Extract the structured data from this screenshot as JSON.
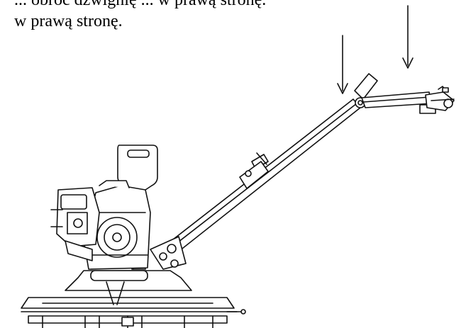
{
  "document": {
    "text_lines": [
      "... obróć dźwignię ... w prawą stronę.",
      "w prawą stronę."
    ],
    "partial_top_line": "ę",
    "figure": {
      "subject": "power-trowel-side-view",
      "arrows": [
        "handle-lever-arrow",
        "handle-end-arrow"
      ]
    }
  }
}
